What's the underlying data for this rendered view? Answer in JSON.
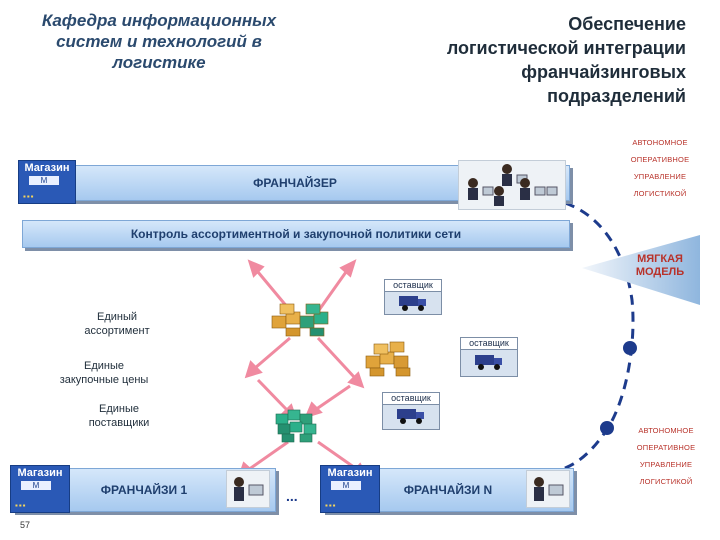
{
  "header": {
    "department_lines": [
      "Кафедра информационных",
      "систем и технологий в",
      "логистике"
    ],
    "title_lines": [
      "Обеспечение",
      "логистической интеграции",
      "франчайзинговых",
      "подразделений"
    ]
  },
  "franchisor": {
    "shop_label": "Магазин",
    "shop_sign": "М",
    "label": "ФРАНЧАЙЗЕР"
  },
  "control_bar": {
    "label": "Контроль ассортиментной и закупочной политики сети"
  },
  "suppliers": [
    "оставщик",
    "оставщик",
    "оставщик"
  ],
  "benefits": {
    "assortment": [
      "Единый",
      "ассортимент"
    ],
    "prices": [
      "Единые",
      "закупочные цены"
    ],
    "suppliers": [
      "Единые",
      "поставщики"
    ]
  },
  "soft_model": [
    "МЯГКАЯ",
    "МОДЕЛЬ"
  ],
  "autonomous_top": [
    "АВТОНОМНОЕ",
    "ОПЕРАТИВНОЕ",
    "УПРАВЛЕНИЕ",
    "ЛОГИСТИКОЙ"
  ],
  "autonomous_bottom": [
    "АВТОНОМНОЕ",
    "ОПЕРАТИВНОЕ",
    "УПРАВЛЕНИЕ",
    "ЛОГИСТИКОЙ"
  ],
  "franchisee_1": {
    "shop_label": "Магазин",
    "shop_sign": "М",
    "label": "ФРАНЧАЙЗИ 1"
  },
  "franchisee_n": {
    "shop_label": "Магазин",
    "shop_sign": "М",
    "label": "ФРАНЧАЙЗИ N"
  },
  "ellipsis": "...",
  "page_number": "57",
  "colors": {
    "arrow": "#f08aa0",
    "bar_text": "#1f3f6e",
    "accent_red": "#b8322a",
    "dark_blue": "#1d3b8c"
  }
}
